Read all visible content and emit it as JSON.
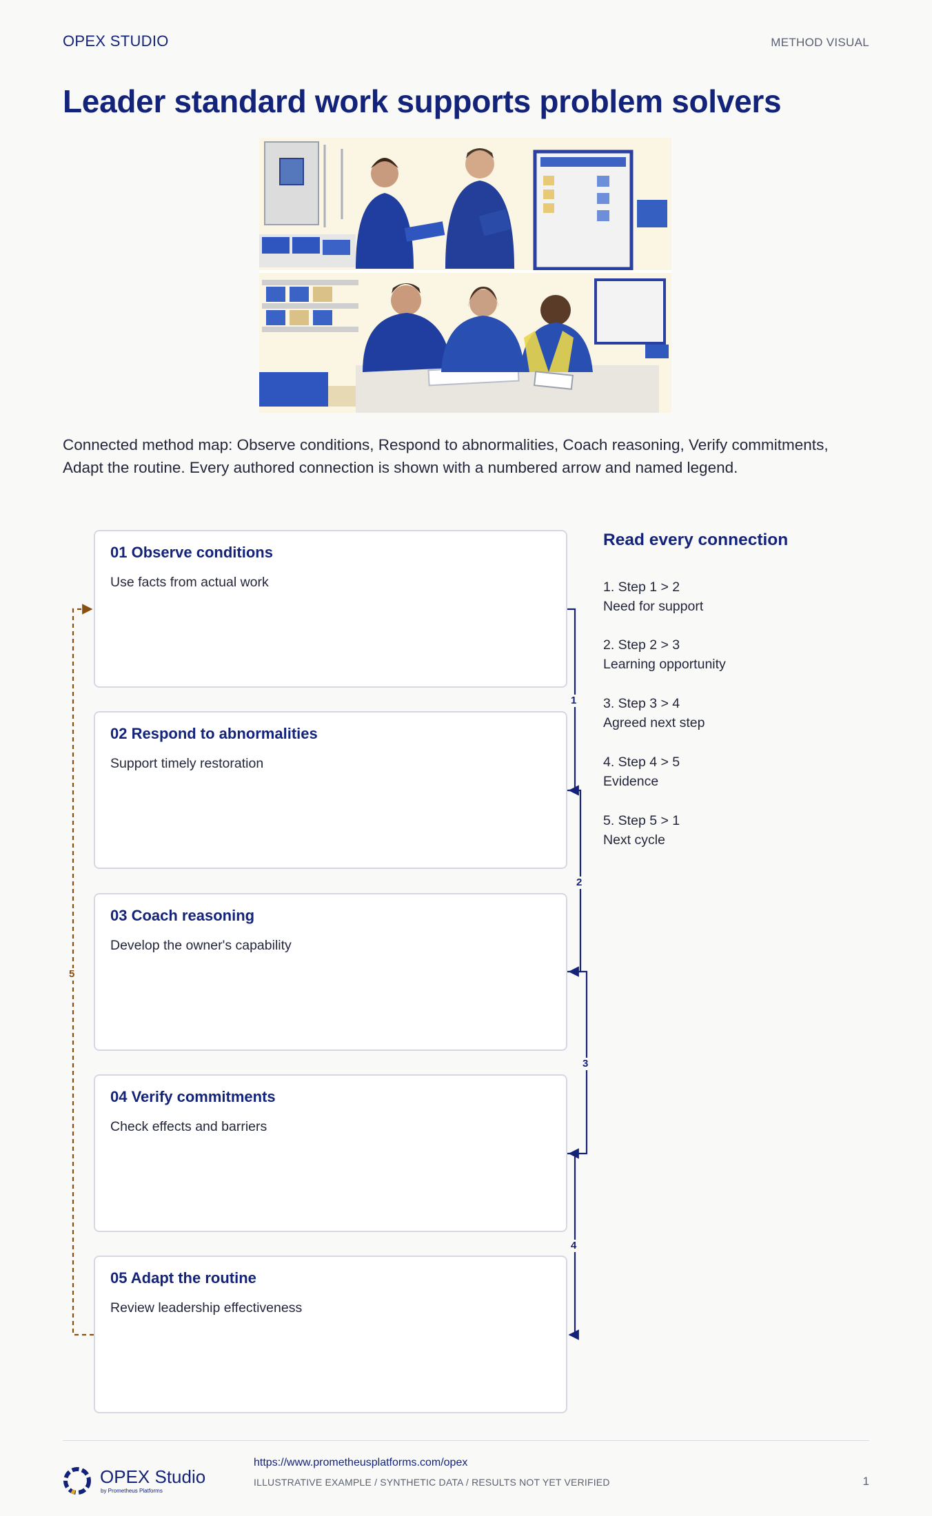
{
  "header": {
    "brand": "OPEX STUDIO",
    "section_label": "METHOD VISUAL"
  },
  "title": "Leader standard work supports problem solvers",
  "intro": "Connected method map: Observe conditions, Respond to abnormalities, Coach reasoning, Verify commitments, Adapt the routine. Every authored connection is shown with a numbered arrow and named legend.",
  "steps": [
    {
      "title": "01 Observe conditions",
      "desc": "Use facts from actual work"
    },
    {
      "title": "02 Respond to abnormalities",
      "desc": "Support timely restoration"
    },
    {
      "title": "03 Coach reasoning",
      "desc": "Develop the owner's capability"
    },
    {
      "title": "04 Verify commitments",
      "desc": "Check effects and barriers"
    },
    {
      "title": "05 Adapt the routine",
      "desc": "Review leadership effectiveness"
    }
  ],
  "legend": {
    "title": "Read every connection",
    "items": [
      {
        "route": "1. Step 1 > 2",
        "name": "Need for support"
      },
      {
        "route": "2. Step 2 > 3",
        "name": "Learning opportunity"
      },
      {
        "route": "3. Step 3 > 4",
        "name": "Agreed next step"
      },
      {
        "route": "4. Step 4 > 5",
        "name": "Evidence"
      },
      {
        "route": "5. Step 5 > 1",
        "name": "Next cycle"
      }
    ]
  },
  "connection_labels": [
    "1",
    "2",
    "3",
    "4",
    "5"
  ],
  "colors": {
    "primary": "#14237a",
    "return_connection": "#8a4f10",
    "card_border": "#d5d8e4"
  },
  "footer": {
    "brand": "OPEX Studio",
    "by_line": "by Prometheus Platforms",
    "url": "https://www.prometheusplatforms.com/opex",
    "note": "ILLUSTRATIVE EXAMPLE / SYNTHETIC DATA / RESULTS NOT YET VERIFIED",
    "page_number": "1"
  },
  "icons": {
    "logo": "ring-logo-icon",
    "hero": "team-illustration"
  }
}
